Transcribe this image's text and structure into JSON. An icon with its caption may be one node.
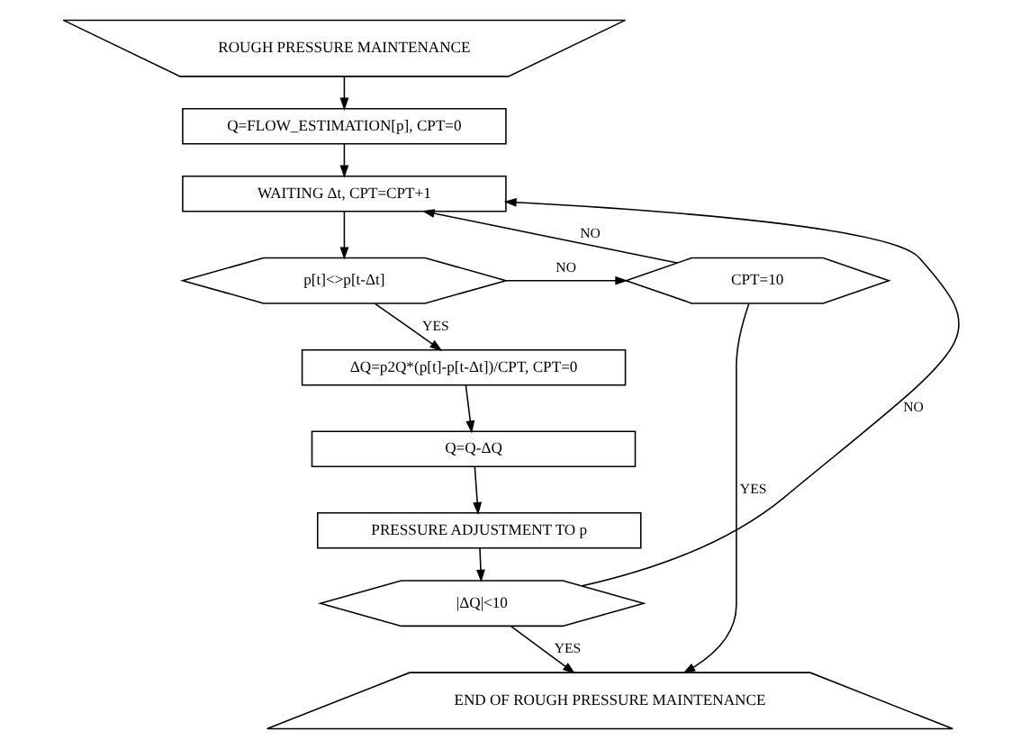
{
  "diagram": {
    "nodes": [
      {
        "text": [
          "ROUGH PRESSURE MAINTENANCE"
        ]
      },
      {
        "text": [
          "Q=FLOW_ESTIMATION[p], CPT=0"
        ]
      },
      {
        "text": [
          "WAITING Δt, CPT=CPT+1"
        ]
      },
      {
        "text": [
          "p[t]<>p[t-Δt]"
        ]
      },
      {
        "text": [
          "CPT=10"
        ]
      },
      {
        "text": [
          "ΔQ=p2Q*(p[t]-p[t-Δt])/CPT, CPT=0"
        ]
      },
      {
        "text": [
          "Q=Q-ΔQ"
        ]
      },
      {
        "text": [
          "PRESSURE ADJUSTMENT TO p"
        ]
      },
      {
        "text": [
          "|ΔQ|<10"
        ]
      },
      {
        "text": [
          "END OF ROUGH PRESSURE MAINTENANCE"
        ]
      }
    ],
    "edges": [
      {
        "from": 0,
        "to": 1,
        "arrow": "to"
      },
      {
        "from": 1,
        "to": 2,
        "arrow": "to"
      },
      {
        "from": 2,
        "to": 3,
        "arrow": "to"
      },
      {
        "from": 3,
        "to": 4,
        "arrow": "to",
        "label": "NO"
      },
      {
        "from": 4,
        "to": 2,
        "arrow": "to",
        "label": "NO"
      },
      {
        "from": 3,
        "to": 5,
        "arrow": "to",
        "label": "YES"
      },
      {
        "from": 4,
        "to": 9,
        "arrow": "to",
        "label": "YES"
      },
      {
        "from": 5,
        "to": 6,
        "arrow": "to"
      },
      {
        "from": 6,
        "to": 7,
        "arrow": "to"
      },
      {
        "from": 7,
        "to": 8,
        "arrow": "to"
      },
      {
        "from": 8,
        "to": 2,
        "arrow": "to",
        "label": "NO"
      },
      {
        "from": 8,
        "to": 9,
        "arrow": "to",
        "label": "YES"
      }
    ]
  }
}
